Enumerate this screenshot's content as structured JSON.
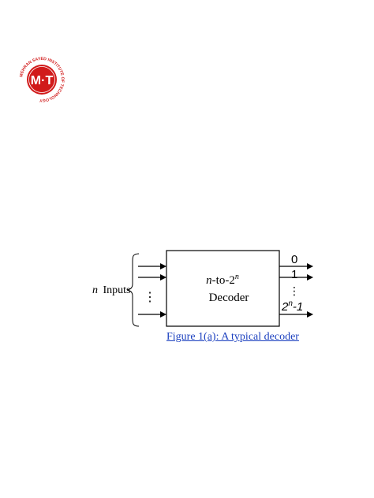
{
  "logo": {
    "ring_text": "MEHRAN SAYED INSTITUTE OF TECHNOLOGY",
    "letters": "M·T",
    "colors": {
      "primary": "#d11a1a",
      "ring_text": "#d11a1a",
      "letters": "#ffffff"
    }
  },
  "diagram": {
    "inputs_label_var": "n",
    "inputs_label_word": "Inputs",
    "block_title_line1_var": "n",
    "block_title_line1_mid": "-to-2",
    "block_title_line1_sup": "n",
    "block_title_line2": "Decoder",
    "output_0": "0",
    "output_1": "1",
    "output_last_base": "2",
    "output_last_sup": "n",
    "output_last_suffix": "-1",
    "input_dots": "⋮",
    "output_dots": "⋮"
  },
  "caption": {
    "text": "Figure 1(a): A typical decoder",
    "color": "#1a3fbf"
  }
}
